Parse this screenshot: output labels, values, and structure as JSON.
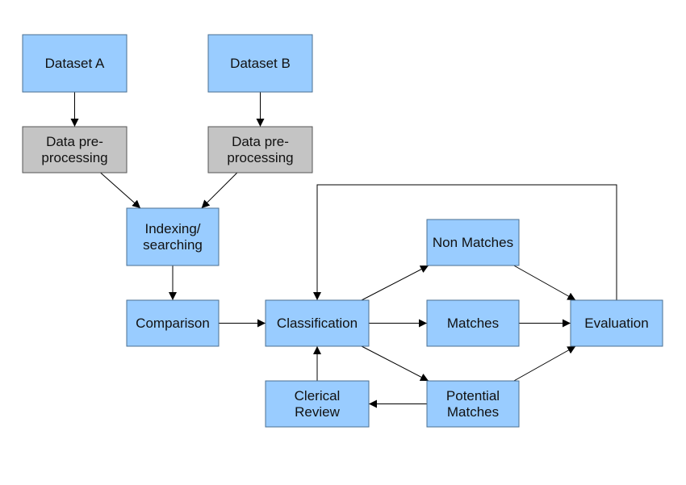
{
  "colors": {
    "blue_fill": "#99ccff",
    "blue_stroke": "#4a6f92",
    "gray_fill": "#c4c4c4",
    "gray_stroke": "#555555",
    "edge": "#000000"
  },
  "nodes": {
    "dataset_a": {
      "lines": [
        "Dataset A"
      ],
      "style": "blue"
    },
    "dataset_b": {
      "lines": [
        "Dataset B"
      ],
      "style": "blue"
    },
    "prep_a": {
      "lines": [
        "Data pre-",
        "processing"
      ],
      "style": "gray"
    },
    "prep_b": {
      "lines": [
        "Data pre-",
        "processing"
      ],
      "style": "gray"
    },
    "indexing": {
      "lines": [
        "Indexing/",
        "searching"
      ],
      "style": "blue"
    },
    "comparison": {
      "lines": [
        "Comparison"
      ],
      "style": "blue"
    },
    "classification": {
      "lines": [
        "Classification"
      ],
      "style": "blue"
    },
    "non_matches": {
      "lines": [
        "Non Matches"
      ],
      "style": "blue"
    },
    "matches": {
      "lines": [
        "Matches"
      ],
      "style": "blue"
    },
    "potential_matches": {
      "lines": [
        "Potential",
        "Matches"
      ],
      "style": "blue"
    },
    "clerical_review": {
      "lines": [
        "Clerical",
        "Review"
      ],
      "style": "blue"
    },
    "evaluation": {
      "lines": [
        "Evaluation"
      ],
      "style": "blue"
    }
  },
  "edges": [
    {
      "from": "dataset_a",
      "to": "prep_a"
    },
    {
      "from": "dataset_b",
      "to": "prep_b"
    },
    {
      "from": "prep_a",
      "to": "indexing"
    },
    {
      "from": "prep_b",
      "to": "indexing"
    },
    {
      "from": "indexing",
      "to": "comparison"
    },
    {
      "from": "comparison",
      "to": "classification"
    },
    {
      "from": "classification",
      "to": "non_matches"
    },
    {
      "from": "classification",
      "to": "matches"
    },
    {
      "from": "classification",
      "to": "potential_matches"
    },
    {
      "from": "non_matches",
      "to": "evaluation"
    },
    {
      "from": "matches",
      "to": "evaluation"
    },
    {
      "from": "potential_matches",
      "to": "evaluation"
    },
    {
      "from": "potential_matches",
      "to": "clerical_review"
    },
    {
      "from": "clerical_review",
      "to": "classification"
    },
    {
      "from": "evaluation",
      "to": "classification",
      "routing": "feedback-loop-over-top"
    }
  ]
}
